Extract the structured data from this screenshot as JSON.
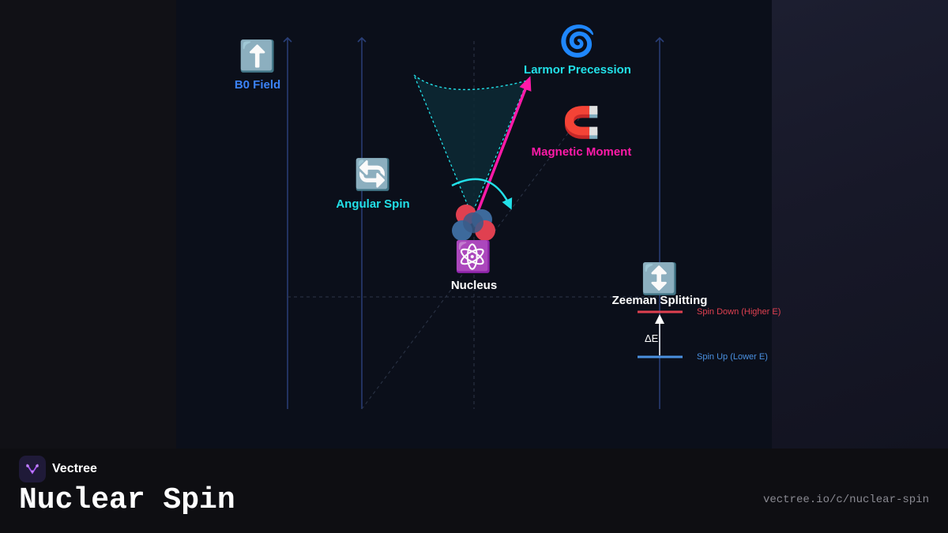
{
  "diagram": {
    "labels": {
      "b0": "B0 Field",
      "larmor": "Larmor Precession",
      "moment": "Magnetic Moment",
      "angular": "Angular Spin",
      "nucleus": "Nucleus",
      "zeeman": "Zeeman Splitting",
      "spin_down": "Spin Down (Higher E)",
      "spin_up": "Spin Up (Lower E)",
      "delta_e": "ΔE"
    },
    "icons": {
      "b0": "⬆️",
      "larmor": "🌀",
      "moment": "🧲",
      "angular": "🔄",
      "nucleus": "⚛️",
      "zeeman": "↕️"
    },
    "colors": {
      "field_lines": "#2a3f78",
      "moment_arrow": "#ff1aa8",
      "precession": "#22e0e8",
      "b0_label": "#3b82f6",
      "spin_down": "#e04050",
      "spin_up": "#4a90e0",
      "proton": "#e04050",
      "neutron": "#3d6a9c"
    }
  },
  "brand": {
    "name": "Vectree",
    "logo_icon": "vectree-logo-icon"
  },
  "footer": {
    "title": "Nuclear Spin",
    "url": "vectree.io/c/nuclear-spin"
  }
}
